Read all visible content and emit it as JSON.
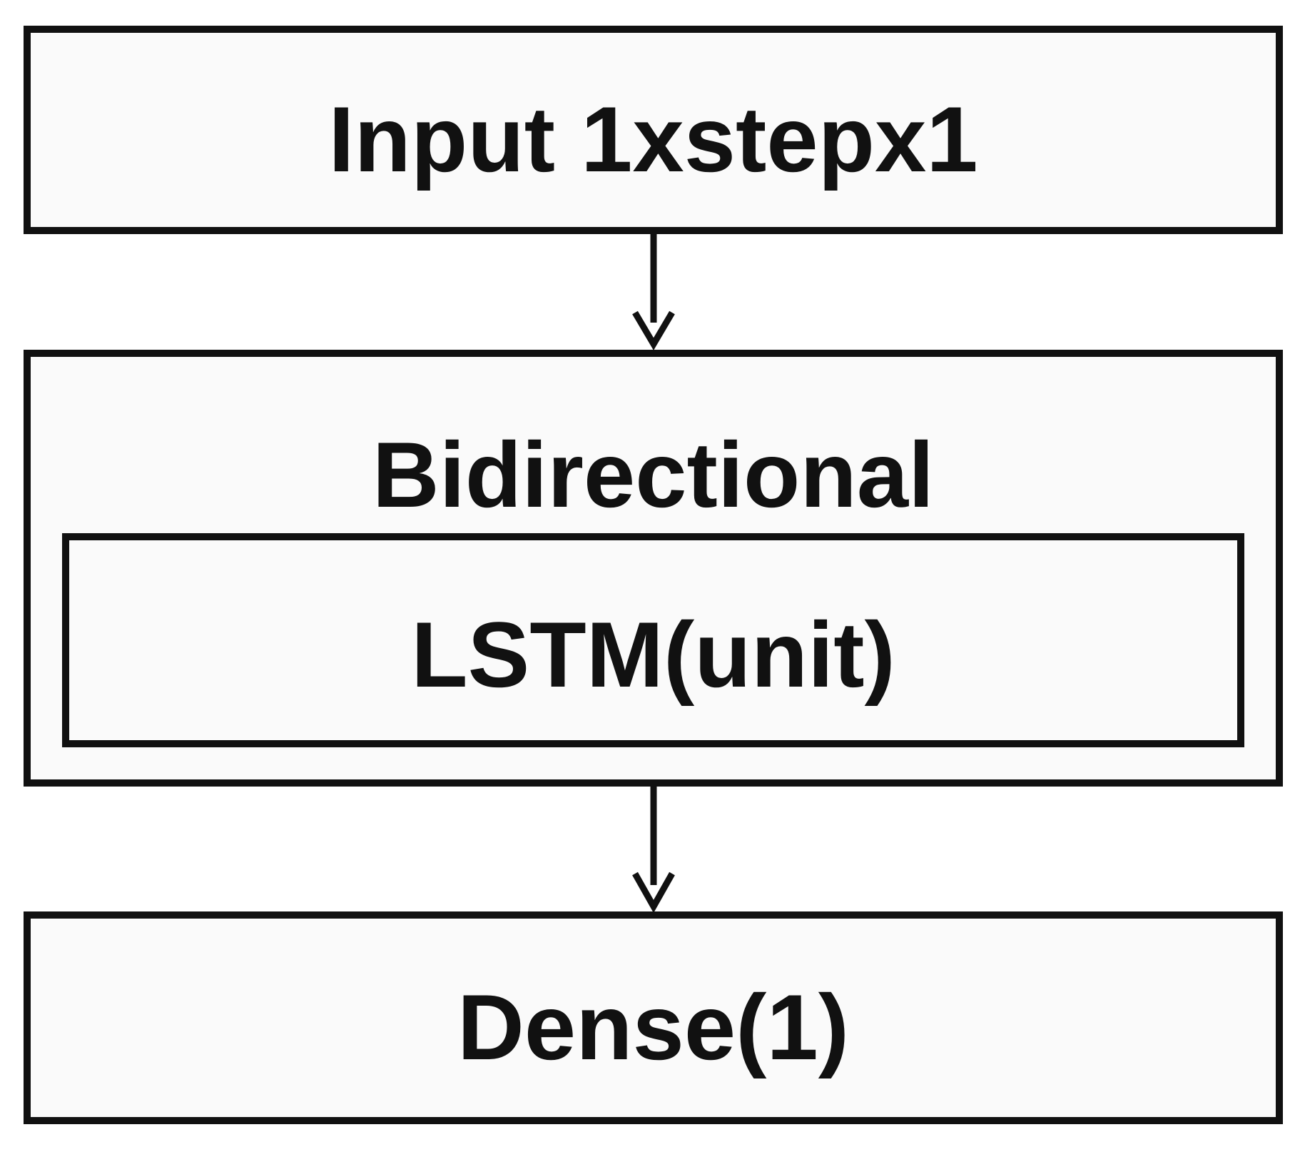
{
  "nodes": {
    "input": {
      "label": "Input 1xstepx1"
    },
    "bidirectional": {
      "label": "Bidirectional"
    },
    "lstm": {
      "label": "LSTM(unit)"
    },
    "dense": {
      "label": "Dense(1)"
    }
  },
  "colors": {
    "stroke": "#111111",
    "fill": "#fafafa",
    "background": "#ffffff"
  }
}
